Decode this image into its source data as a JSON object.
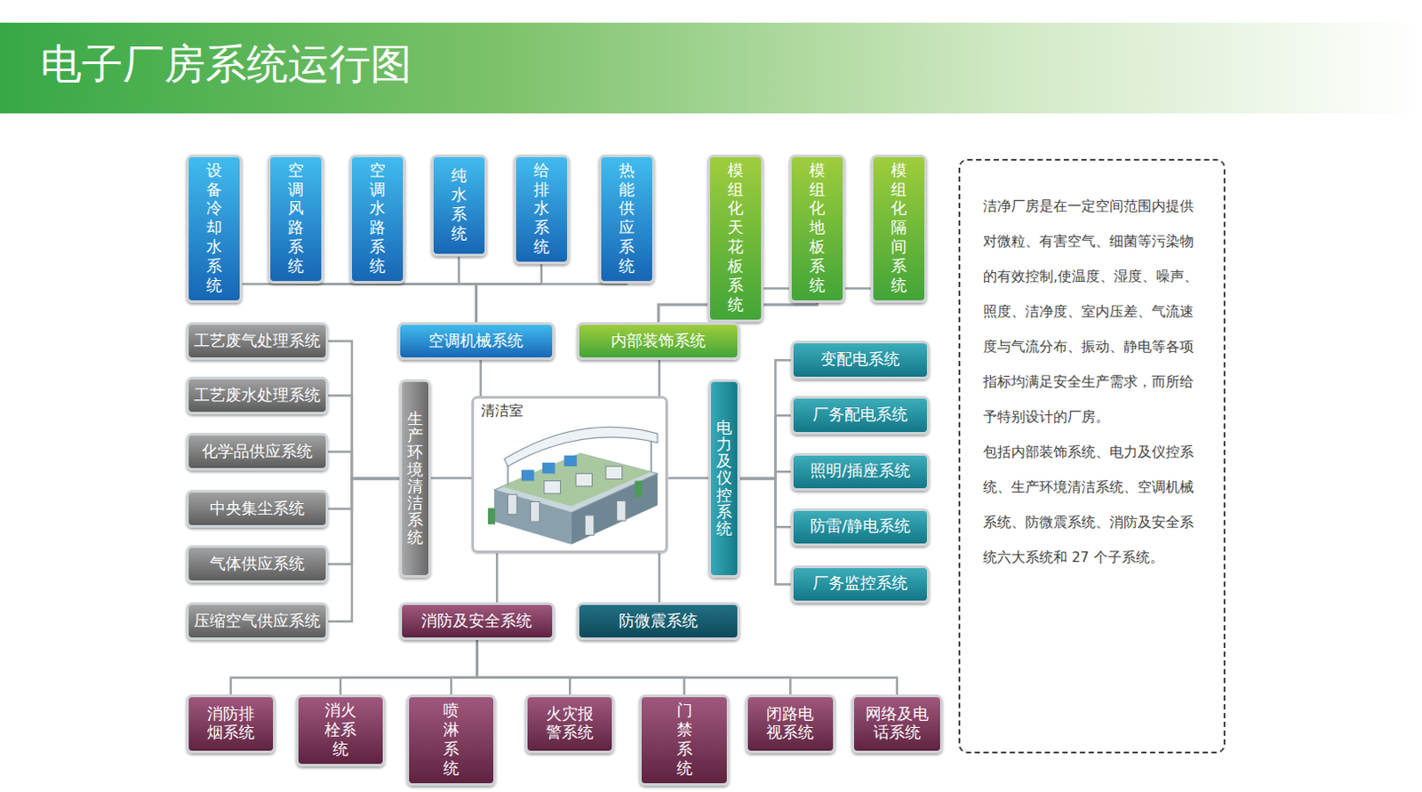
{
  "diagram": {
    "title": "电子厂房系统运行图",
    "nodes": [
      {
        "text": [
          "设备冷却水系统"
        ]
      },
      {
        "text": [
          "空调风路系统"
        ]
      },
      {
        "text": [
          "空调水路系统"
        ]
      },
      {
        "text": [
          "纯水系统"
        ]
      },
      {
        "text": [
          "给排水系统"
        ]
      },
      {
        "text": [
          "热能供应系统"
        ]
      },
      {
        "text": [
          "模组化天花板系统"
        ]
      },
      {
        "text": [
          "模组化地板系统"
        ]
      },
      {
        "text": [
          "模组化隔间系统"
        ]
      },
      {
        "text": [
          "空调机械系统"
        ]
      },
      {
        "text": [
          "内部装饰系统"
        ]
      },
      {
        "text": [
          "工艺废气处理系统"
        ]
      },
      {
        "text": [
          "工艺废水处理系统"
        ]
      },
      {
        "text": [
          "化学品供应系统"
        ]
      },
      {
        "text": [
          "中央集尘系统"
        ]
      },
      {
        "text": [
          "气体供应系统"
        ]
      },
      {
        "text": [
          "压缩空气供应系统"
        ]
      },
      {
        "text": [
          "生产环境清洁系统"
        ]
      },
      {
        "text": [
          "清洁室"
        ]
      },
      {
        "text": [
          "电力及仪控系统"
        ]
      },
      {
        "text": [
          "变配电系统"
        ]
      },
      {
        "text": [
          "厂务配电系统"
        ]
      },
      {
        "text": [
          "照明/插座系统"
        ]
      },
      {
        "text": [
          "防雷/静电系统"
        ]
      },
      {
        "text": [
          "厂务监控系统"
        ]
      },
      {
        "text": [
          "消防及安全系统"
        ]
      },
      {
        "text": [
          "防微震系统"
        ]
      },
      {
        "text": [
          "消防排烟系统"
        ]
      },
      {
        "text": [
          "消火栓系统"
        ]
      },
      {
        "text": [
          "喷淋系统"
        ]
      },
      {
        "text": [
          "火灾报警系统"
        ]
      },
      {
        "text": [
          "门禁系统"
        ]
      },
      {
        "text": [
          "闭路电视系统"
        ]
      },
      {
        "text": [
          "网络及电话系统"
        ]
      },
      {
        "text": [
          "洁净厂房是在一定空间范围内提供对微粒、有害空气、细菌等污染物的有效控制,使温度、湿度、噪声、照度、洁净度、室内压差、气流速度与气流分布、振动、静电等各项指标均满足安全生产需求，而所给予特别设计的厂房。",
          "包括内部装饰系统、电力及仪控系统、生产环境清洁系统、空调机械系统、防微震系统、消防及安全系统六大系统和 27 个子系统。"
        ]
      }
    ],
    "edges": [
      {
        "from": 9,
        "to": 0,
        "arrow": "none"
      },
      {
        "from": 9,
        "to": 1,
        "arrow": "none"
      },
      {
        "from": 9,
        "to": 2,
        "arrow": "none"
      },
      {
        "from": 9,
        "to": 3,
        "arrow": "none"
      },
      {
        "from": 9,
        "to": 4,
        "arrow": "none"
      },
      {
        "from": 9,
        "to": 5,
        "arrow": "none"
      },
      {
        "from": 10,
        "to": 6,
        "arrow": "none"
      },
      {
        "from": 10,
        "to": 7,
        "arrow": "none"
      },
      {
        "from": 10,
        "to": 8,
        "arrow": "none"
      },
      {
        "from": 18,
        "to": 9,
        "arrow": "none"
      },
      {
        "from": 18,
        "to": 10,
        "arrow": "none"
      },
      {
        "from": 18,
        "to": 17,
        "arrow": "none"
      },
      {
        "from": 18,
        "to": 19,
        "arrow": "none"
      },
      {
        "from": 18,
        "to": 25,
        "arrow": "none"
      },
      {
        "from": 18,
        "to": 26,
        "arrow": "none"
      },
      {
        "from": 17,
        "to": 11,
        "arrow": "none"
      },
      {
        "from": 17,
        "to": 12,
        "arrow": "none"
      },
      {
        "from": 17,
        "to": 13,
        "arrow": "none"
      },
      {
        "from": 17,
        "to": 14,
        "arrow": "none"
      },
      {
        "from": 17,
        "to": 15,
        "arrow": "none"
      },
      {
        "from": 17,
        "to": 16,
        "arrow": "none"
      },
      {
        "from": 19,
        "to": 20,
        "arrow": "none"
      },
      {
        "from": 19,
        "to": 21,
        "arrow": "none"
      },
      {
        "from": 19,
        "to": 22,
        "arrow": "none"
      },
      {
        "from": 19,
        "to": 23,
        "arrow": "none"
      },
      {
        "from": 19,
        "to": 24,
        "arrow": "none"
      },
      {
        "from": 25,
        "to": 27,
        "arrow": "none"
      },
      {
        "from": 25,
        "to": 28,
        "arrow": "none"
      },
      {
        "from": 25,
        "to": 29,
        "arrow": "none"
      },
      {
        "from": 25,
        "to": 30,
        "arrow": "none"
      },
      {
        "from": 25,
        "to": 31,
        "arrow": "none"
      },
      {
        "from": 25,
        "to": 32,
        "arrow": "none"
      },
      {
        "from": 25,
        "to": 33,
        "arrow": "none"
      }
    ]
  }
}
